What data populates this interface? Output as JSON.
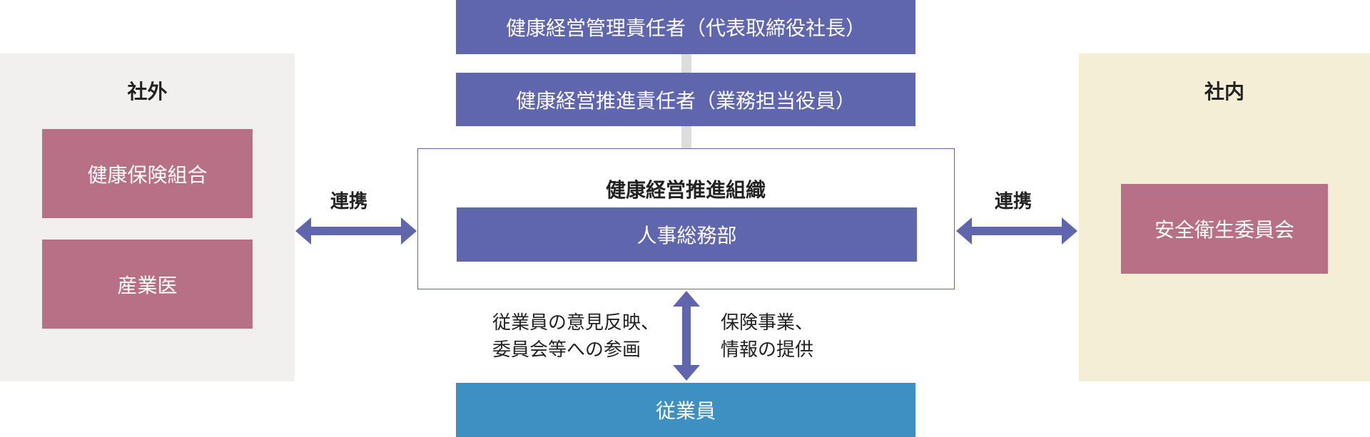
{
  "colors": {
    "purple": "#5f66ae",
    "pink": "#b87086",
    "blue": "#3f90c2",
    "external_bg": "#f2f0ee",
    "internal_bg": "#f4eed6",
    "connector": "#dddddd"
  },
  "top": {
    "ceo_box": "健康経営管理責任者（代表取締役社長）",
    "officer_box": "健康経営推進責任者（業務担当役員）"
  },
  "center": {
    "org_title": "健康経営推進組織",
    "dept_box": "人事総務部"
  },
  "external": {
    "title": "社外",
    "items": [
      "健康保険組合",
      "産業医"
    ]
  },
  "internal": {
    "title": "社内",
    "items": [
      "安全衛生委員会"
    ]
  },
  "links": {
    "left_label": "連携",
    "right_label": "連携",
    "down_left_lines": [
      "従業員の意見反映、",
      "委員会等への参画"
    ],
    "down_right_lines": [
      "保険事業、",
      "情報の提供"
    ]
  },
  "bottom": {
    "employees_box": "従業員"
  }
}
